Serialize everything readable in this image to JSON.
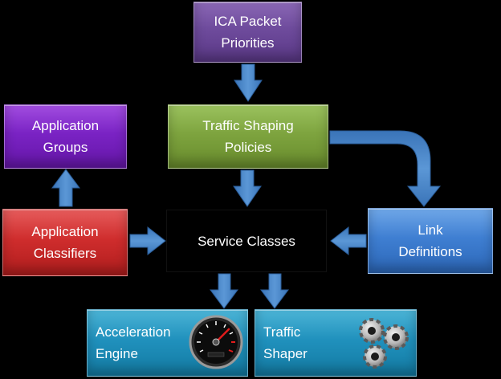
{
  "nodes": {
    "ica_packet_priorities": {
      "line1": "ICA Packet",
      "line2": "Priorities"
    },
    "traffic_shaping_policies": {
      "line1": "Traffic Shaping",
      "line2": "Policies"
    },
    "application_groups": {
      "line1": "Application",
      "line2": "Groups"
    },
    "application_classifiers": {
      "line1": "Application",
      "line2": "Classifiers"
    },
    "service_classes": {
      "label": "Service Classes"
    },
    "link_definitions": {
      "line1": "Link",
      "line2": "Definitions"
    },
    "acceleration_engine": {
      "line1": "Acceleration",
      "line2": "Engine"
    },
    "traffic_shaper": {
      "line1": "Traffic",
      "line2": "Shaper"
    }
  },
  "colors": {
    "arrow": "#4a86c8",
    "arrow_edge": "#2a5d99"
  }
}
